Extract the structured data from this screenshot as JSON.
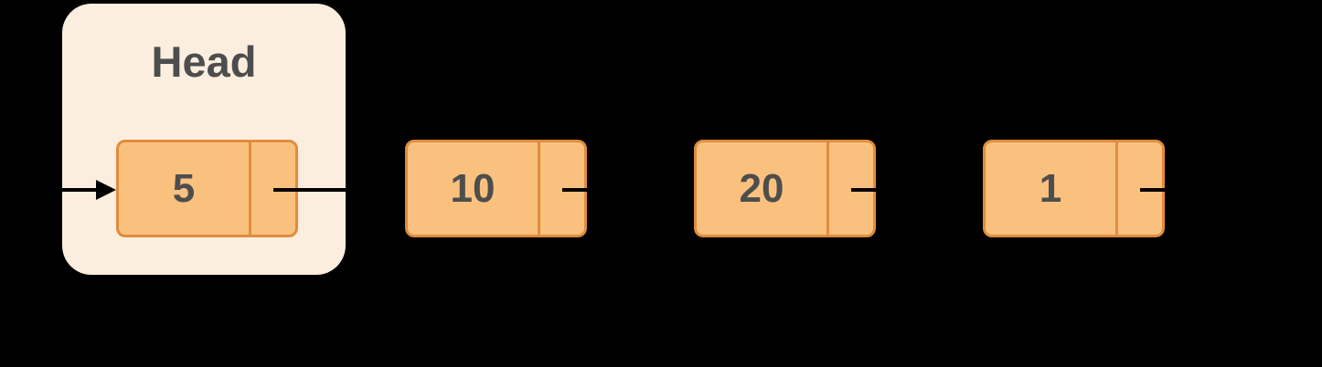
{
  "head": {
    "label": "Head"
  },
  "nodes": [
    {
      "value": "5"
    },
    {
      "value": "10"
    },
    {
      "value": "20"
    },
    {
      "value": "1"
    }
  ],
  "colors": {
    "background": "#000000",
    "head_box": "#FCEEDE",
    "node_fill": "#FAC17E",
    "node_border": "#E08C3E",
    "text": "#4D4D4D",
    "arrow": "#000000"
  }
}
